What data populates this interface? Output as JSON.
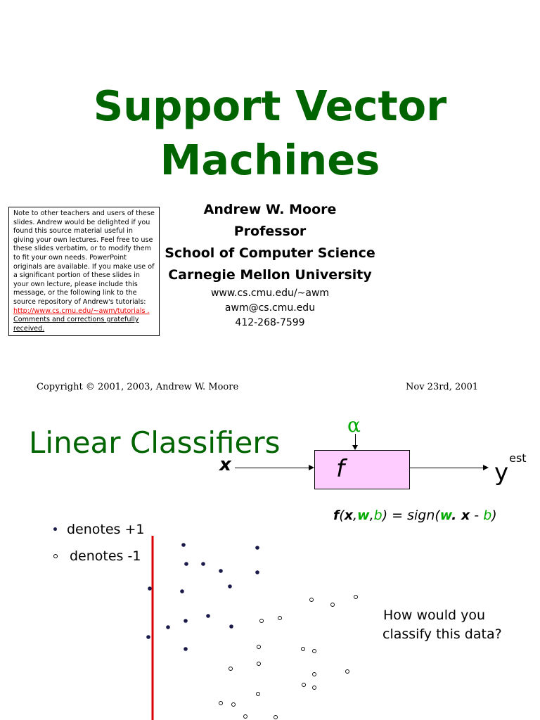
{
  "slide1": {
    "title_line1": "Support Vector",
    "title_line2": "Machines",
    "note_text": "Note to other teachers and users of these slides. Andrew would be delighted if you found this source material useful in giving your own lectures. Feel free to use these slides verbatim, or to modify them to fit your own needs. PowerPoint originals are available. If you make use of a significant portion of these slides in your own lecture, please include this message, or the following link to the source repository of Andrew's tutorials:",
    "note_link": "http://www.cs.cmu.edu/~awm/tutorials",
    "note_link_suffix": " .",
    "note_comments": "Comments and corrections gratefully received.",
    "author_name": "Andrew W. Moore",
    "author_title": "Professor",
    "author_school": "School of Computer Science",
    "author_university": "Carnegie Mellon University",
    "author_web": "www.cs.cmu.edu/~awm",
    "author_email": "awm@cs.cmu.edu",
    "author_phone": "412-268-7599",
    "copyright": "Copyright © 2001, 2003, Andrew W. Moore",
    "date": "Nov 23rd, 2001"
  },
  "slide2": {
    "title": "Linear Classifiers",
    "alpha": "α",
    "x_label": "x",
    "f_label": "f",
    "y_label": "y",
    "y_sup": "est",
    "formula": {
      "f": "f",
      "open": "(",
      "x": "x",
      "comma1": ",",
      "w": "w",
      "comma2": ",",
      "b": "b",
      "eq": ") = sign(",
      "w2": "w",
      "dot": ". ",
      "x2": "x",
      "minus": " - ",
      "b2": "b",
      "close": ")"
    },
    "legend_pos": "denotes +1",
    "legend_neg": "denotes -1",
    "question_line1": "How would you",
    "question_line2": "classify this data?",
    "colors": {
      "green": "#006400",
      "accent_green": "#00aa00",
      "box_fill": "#ffccff",
      "boundary": "#dd0000",
      "positive_point": "#1a1a4a"
    }
  }
}
